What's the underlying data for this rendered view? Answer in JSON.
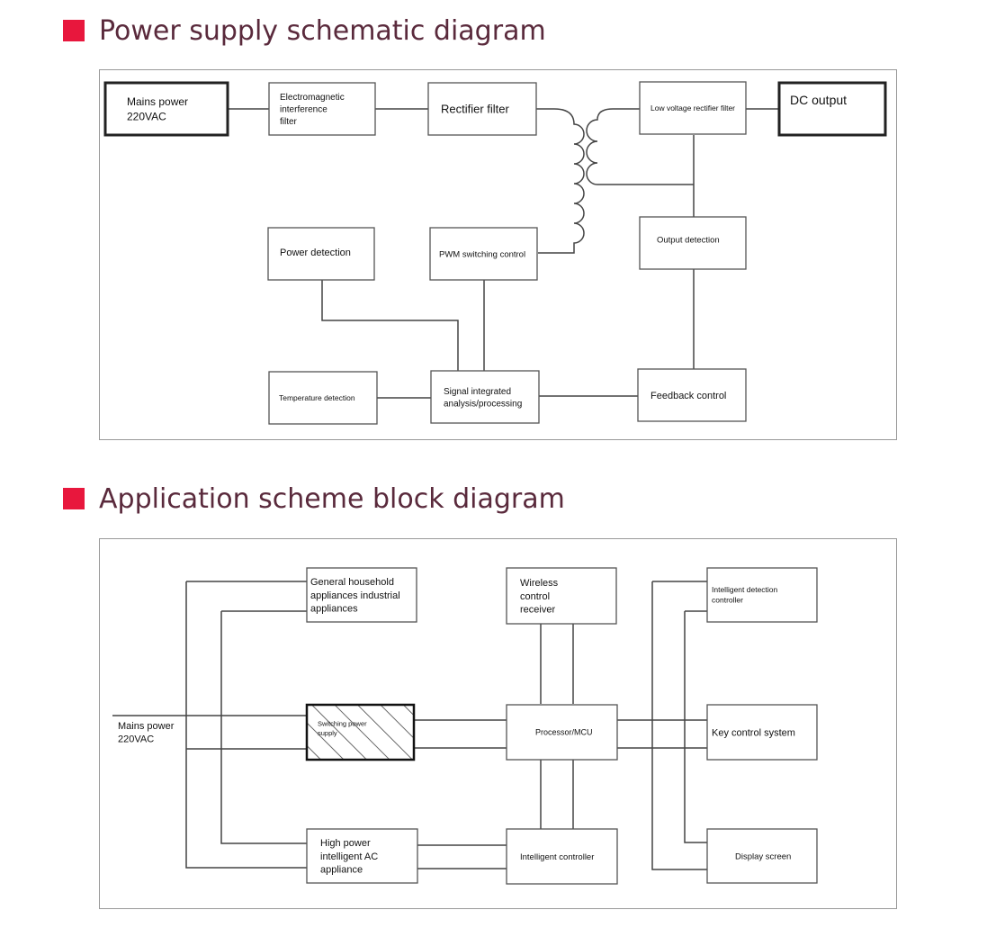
{
  "theme": {
    "accent": "#e8173d",
    "heading_color": "#5a2a3c",
    "line_color": "#444444",
    "panel_border": "#999999"
  },
  "schematic": {
    "title": "Power supply schematic diagram",
    "blocks": {
      "mains": [
        "Mains power",
        "220VAC"
      ],
      "emi": [
        "Electromagnetic",
        "interference",
        "filter"
      ],
      "rectifier": [
        "Rectifier filter"
      ],
      "lv_rectifier": [
        "Low voltage rectifier filter"
      ],
      "dc_output": [
        "DC output"
      ],
      "power_detection": [
        "Power detection"
      ],
      "pwm": [
        "PWM switching control"
      ],
      "output_detection": [
        "Output detection"
      ],
      "temperature": [
        "Temperature detection"
      ],
      "signal": [
        "Signal integrated",
        "analysis/processing"
      ],
      "feedback": [
        "Feedback control"
      ]
    }
  },
  "application": {
    "title": "Application scheme block diagram",
    "blocks": {
      "general": [
        "General household",
        "appliances industrial",
        "appliances"
      ],
      "wireless": [
        "Wireless",
        "control",
        "receiver"
      ],
      "intelligent_detection": [
        "Intelligent detection",
        "controller"
      ],
      "mains": [
        "Mains power",
        "220VAC"
      ],
      "switching": [
        "Switching power",
        "supply"
      ],
      "processor": [
        "Processor/MCU"
      ],
      "key_control": [
        "Key control system"
      ],
      "high_power": [
        "High power",
        "intelligent AC",
        "appliance"
      ],
      "intelligent_controller": [
        "Intelligent controller"
      ],
      "display": [
        "Display screen"
      ]
    }
  }
}
